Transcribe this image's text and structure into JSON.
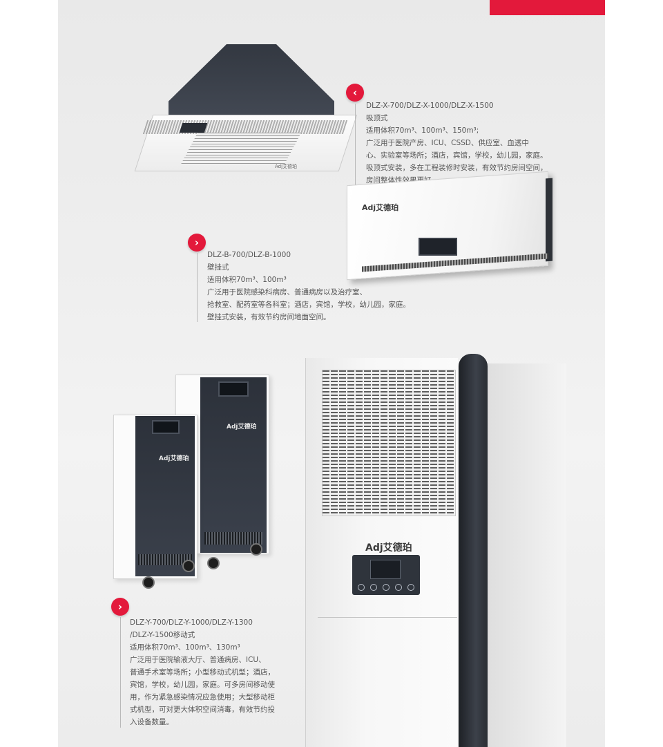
{
  "products": [
    {
      "model": "DLZ-X-700/DLZ-X-1000/DLZ-X-1500",
      "lines": [
        "吸顶式",
        "适用体积70m³、100m³、150m³;",
        "广泛用于医院产房、ICU、CSSD、供应室、血透中",
        "心、实验室等场所；酒店，宾馆，学校，幼儿园，家庭。",
        "吸顶式安装，多在工程装修时安装，有效节约房间空间，",
        "房间整体性效果更好。"
      ]
    },
    {
      "model": "DLZ-B-700/DLZ-B-1000",
      "lines": [
        "壁挂式",
        "适用体积70m³、100m³",
        "广泛用于医院感染科病房、普通病房以及治疗室、",
        "抢救室、配药室等各科室；酒店，宾馆，学校，幼儿园，家庭。",
        "壁挂式安装，有效节约房间地面空间。"
      ]
    },
    {
      "model": "DLZ-Y-700/DLZ-Y-1000/DLZ-Y-1300",
      "lines": [
        "/DLZ-Y-1500移动式",
        "适用体积70m³、100m³、130m³",
        "广泛用于医院输液大厅、普通病房、ICU、",
        "普通手术室等场所；小型移动式机型；酒店，",
        "宾馆，学校，幼儿园，家庭。可多房间移动使",
        "用，作为紧急感染情况应急使用；大型移动柜",
        "式机型，可对更大体积空间消毒，有效节约投",
        "入设备数量。"
      ]
    }
  ],
  "badges": {
    "left_arrow": "‹",
    "right_arrow": "›"
  },
  "brand": {
    "logo_text": "Adj艾德珀"
  },
  "colors": {
    "accent": "#e3193b"
  }
}
